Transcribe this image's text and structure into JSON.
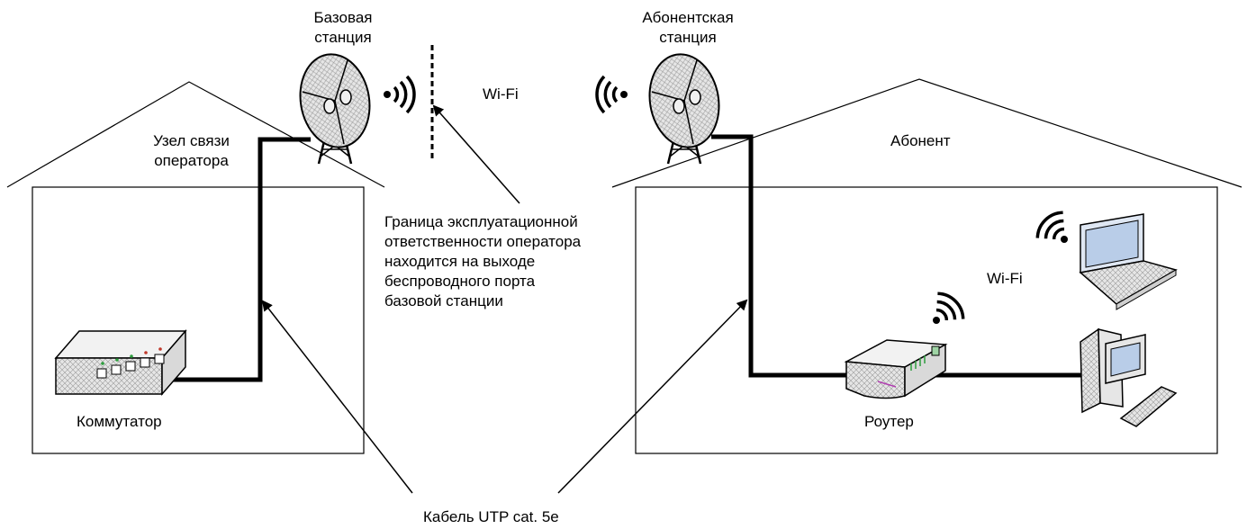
{
  "labels": {
    "base_station": "Базовая\nстанция",
    "subscriber_station": "Абонентская\nстанция",
    "operator_node": "Узел связи\nоператора",
    "subscriber": "Абонент",
    "wifi_top": "Wi-Fi",
    "wifi_right": "Wi-Fi",
    "boundary_note": "Граница эксплуатационной\nответственности оператора\nнаходится на выходе\nбеспроводного порта\nбазовой станции",
    "switch": "Коммутатор",
    "router": "Роутер",
    "cable": "Кабель UTP cat. 5e"
  },
  "icons": [
    "satellite-dish-icon",
    "wifi-signal-icon",
    "network-switch-icon",
    "router-icon",
    "laptop-icon",
    "desktop-computer-icon"
  ],
  "colors": {
    "line": "#000000",
    "device_body": "#e9e9e9",
    "device_shadow": "#9a9a9a",
    "screen": "#b9cde8"
  }
}
